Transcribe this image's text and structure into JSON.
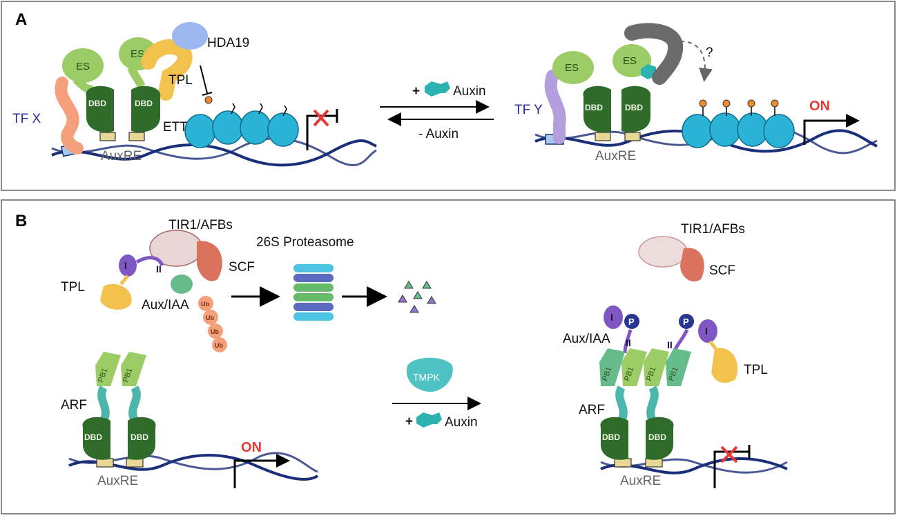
{
  "panel_a": {
    "letter": "A",
    "left": {
      "tf": "TF X",
      "es_1": "ES",
      "es_2": "ES",
      "dbd_1": "DBD",
      "dbd_2": "DBD",
      "hda": "HDA19",
      "tpl": "TPL",
      "ett": "ETT",
      "auxre": "AuxRE"
    },
    "arrows": {
      "plus_sign": "+",
      "plus_label": "Auxin",
      "minus_label": "- Auxin"
    },
    "right": {
      "tf": "TF Y",
      "es_1": "ES",
      "es_2": "ES",
      "dbd_1": "DBD",
      "dbd_2": "DBD",
      "question": "?",
      "on": "ON",
      "auxre": "AuxRE"
    }
  },
  "panel_b": {
    "letter": "B",
    "top_left": {
      "tir1": "TIR1/AFBs",
      "scf": "SCF",
      "tpl": "TPL",
      "aux_iaa": "Aux/IAA",
      "domain_i": "I",
      "domain_ii": "II",
      "ub": [
        "Ub",
        "Ub",
        "Ub",
        "Ub"
      ],
      "proteasome": "26S Proteasome"
    },
    "bottom_left": {
      "pb1_1": "PB1",
      "pb1_2": "PB1",
      "arf": "ARF",
      "dbd_1": "DBD",
      "dbd_2": "DBD",
      "on": "ON",
      "auxre": "AuxRE"
    },
    "middle": {
      "tmpk": "TMPK",
      "plus_sign": "+",
      "auxin": "Auxin"
    },
    "right": {
      "tir1": "TIR1/AFBs",
      "scf": "SCF",
      "aux_iaa": "Aux/IAA",
      "p_1": "P",
      "p_2": "P",
      "roman_i_1": "I",
      "roman_i_2": "I",
      "roman_ii_1": "II",
      "roman_ii_2": "II",
      "pb1": [
        "PB1",
        "PB1",
        "PB1",
        "PB1"
      ],
      "tpl": "TPL",
      "arf": "ARF",
      "dbd_1": "DBD",
      "dbd_2": "DBD",
      "auxre": "AuxRE"
    }
  },
  "colors": {
    "dbd": "#2f6b2a",
    "es": "#9ccc65",
    "tf_x": "#f4a07a",
    "tf_y": "#b39ddb",
    "tpl": "#f2c14e",
    "hda19": "#9db8ee",
    "nucleosome": "#2ab3d6",
    "dna": "#1b2e7a",
    "auxin": "#2ab3b0",
    "red": "#e53935",
    "aux_iaa": "#7e57c2",
    "ub": "#f4a07a",
    "scf": "#d9735e",
    "tmpk": "#4fc3c3"
  }
}
